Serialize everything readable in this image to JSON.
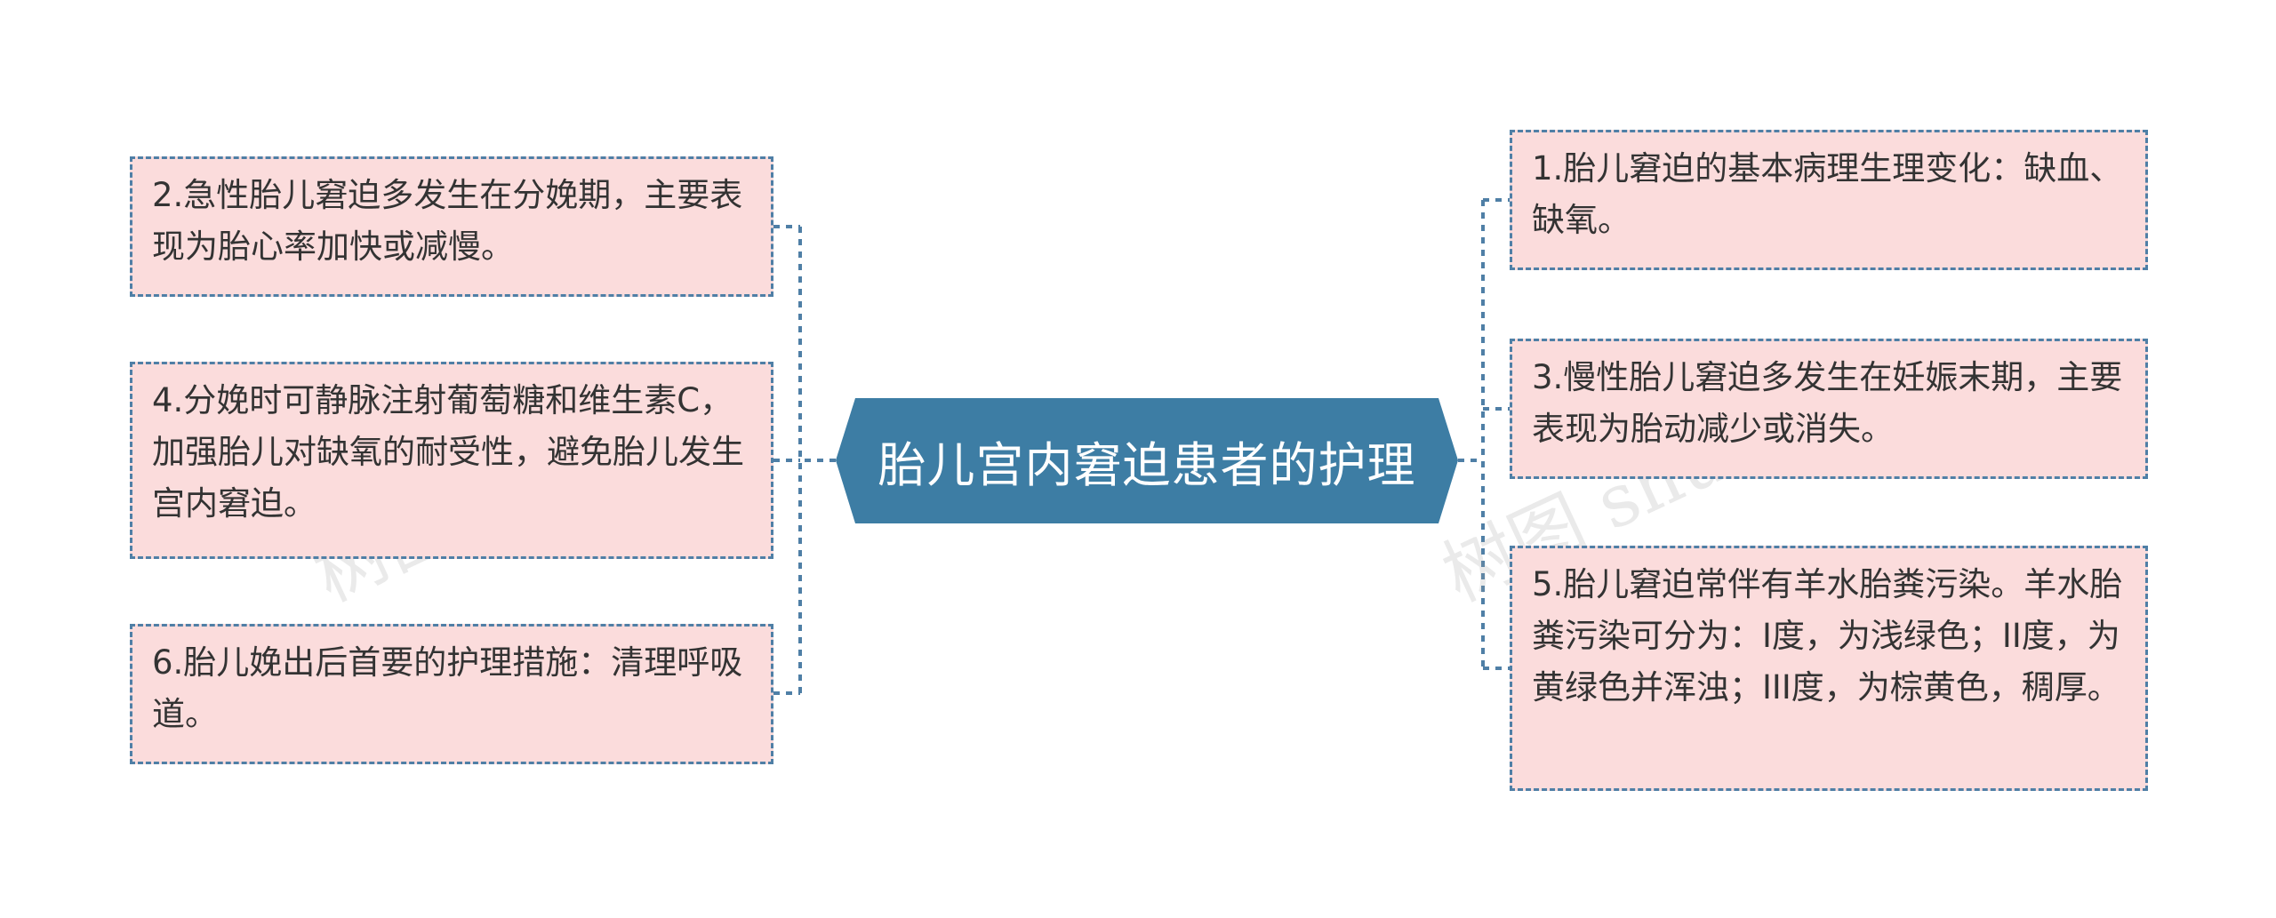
{
  "root": {
    "label": "胎儿宫内窘迫患者的护理"
  },
  "left_nodes": [
    {
      "text": "2.急性胎儿窘迫多发生在分娩期，主要表现为胎心率加快或减慢。"
    },
    {
      "text": "4.分娩时可静脉注射葡萄糖和维生素C，加强胎儿对缺氧的耐受性，避免胎儿发生宫内窘迫。"
    },
    {
      "text": "6.胎儿娩出后首要的护理措施：清理呼吸道。"
    }
  ],
  "right_nodes": [
    {
      "text": "1.胎儿窘迫的基本病理生理变化：缺血、缺氧。"
    },
    {
      "text": "3.慢性胎儿窘迫多发生在妊娠末期，主要表现为胎动减少或消失。"
    },
    {
      "text": "5.胎儿窘迫常伴有羊水胎粪污染。羊水胎粪污染可分为：I度，为浅绿色；II度，为黄绿色并浑浊；III度，为棕黄色，稠厚。"
    }
  ],
  "watermarks": [
    "树图 shutu.cn",
    "树图 shutu.cn"
  ],
  "colors": {
    "root_fill": "#3d7da4",
    "leaf_fill": "#fbdcdc",
    "border": "#4f7fa6",
    "text": "#333333"
  }
}
